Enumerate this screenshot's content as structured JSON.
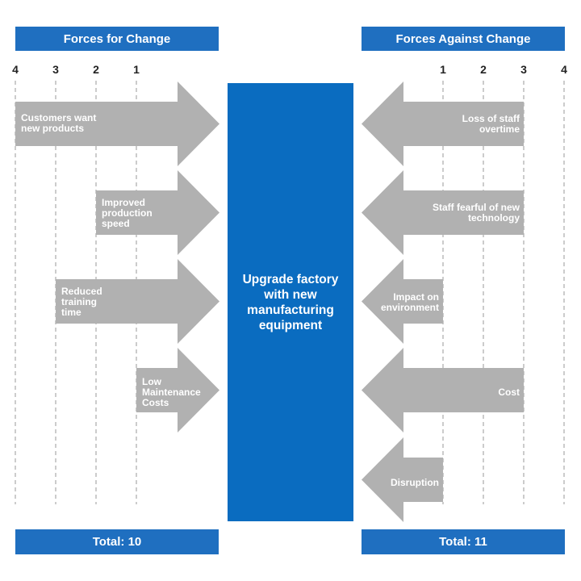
{
  "header_for": "Forces for Change",
  "header_against": "Forces Against Change",
  "scale_for": [
    "4",
    "3",
    "2",
    "1"
  ],
  "scale_against": [
    "1",
    "2",
    "3",
    "4"
  ],
  "center_text": "Upgrade factory with new manufacturing equipment",
  "forces_for": [
    {
      "label": "Customers want new products",
      "score": 4
    },
    {
      "label": "Improved production speed",
      "score": 2
    },
    {
      "label": "Reduced training time",
      "score": 3
    },
    {
      "label": "Low Maintenance Costs",
      "score": 1
    }
  ],
  "forces_against": [
    {
      "label": "Loss of staff overtime",
      "score": 3
    },
    {
      "label": "Staff fearful of new technology",
      "score": 3
    },
    {
      "label": "Impact on environment",
      "score": 1
    },
    {
      "label": "Cost",
      "score": 3
    },
    {
      "label": "Disruption",
      "score": 1
    }
  ],
  "total_for": "Total: 10",
  "total_against": "Total: 11",
  "colors": {
    "accent": "#0a6cc0",
    "header": "#1f6fc0",
    "arrow": "#b1b1b1",
    "gridline": "#9a9a9a"
  }
}
